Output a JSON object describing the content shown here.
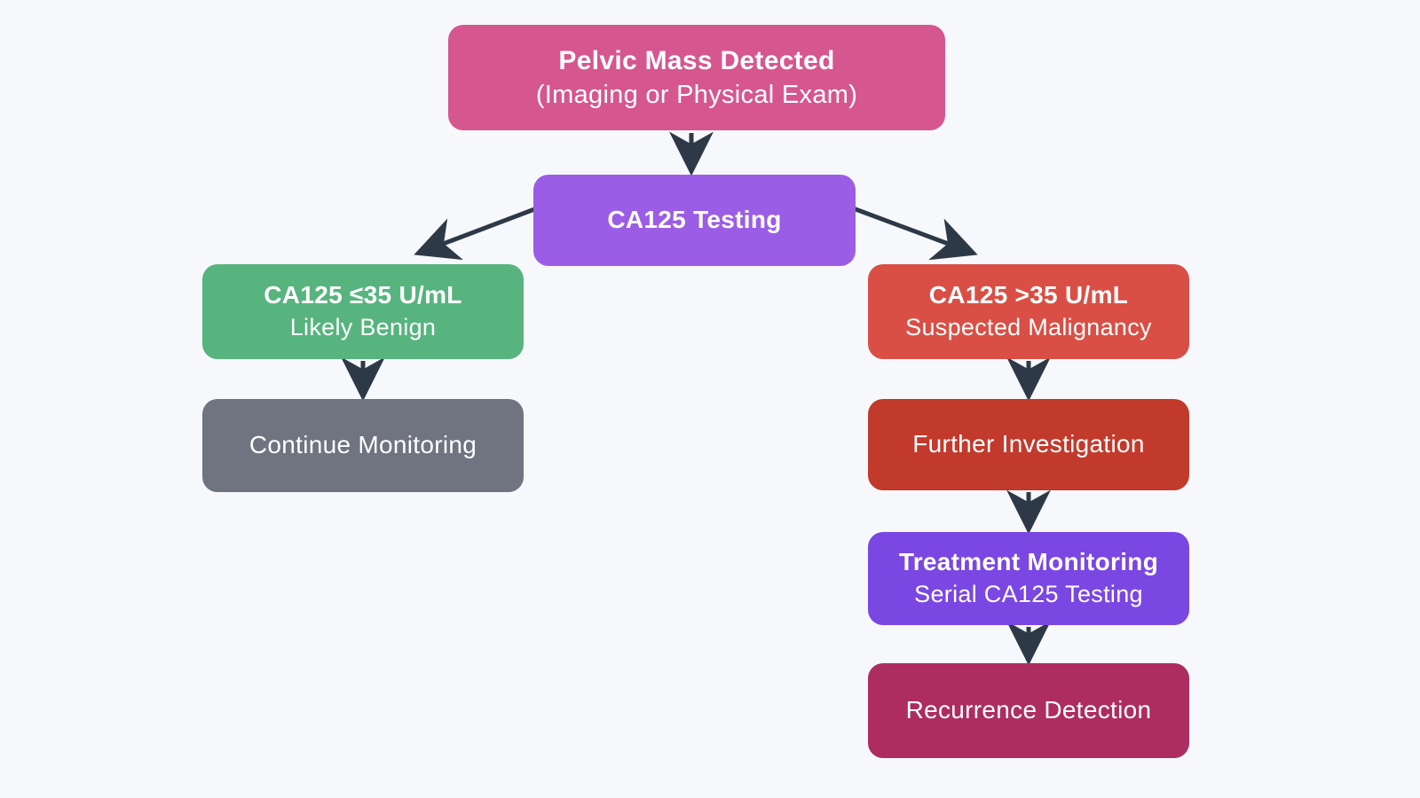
{
  "background": "#f7f8fb",
  "arrow_color": "#2e3947",
  "nodes": {
    "pelvic_mass": {
      "line1": "Pelvic Mass Detected",
      "line2": "(Imaging or Physical Exam)",
      "color": "#d6568f"
    },
    "ca125_testing": {
      "line1": "CA125 Testing",
      "color": "#9b5de5"
    },
    "benign": {
      "line1": "CA125 ≤35 U/mL",
      "line2": "Likely Benign",
      "color": "#57b47e"
    },
    "malignancy": {
      "line1": "CA125 >35 U/mL",
      "line2": "Suspected Malignancy",
      "color": "#d94f45"
    },
    "continue_monitoring": {
      "line1": "Continue Monitoring",
      "color": "#6f7480"
    },
    "further_investigation": {
      "line1": "Further Investigation",
      "color": "#c23a2c"
    },
    "treatment_monitoring": {
      "line1": "Treatment Monitoring",
      "line2": "Serial CA125 Testing",
      "color": "#7a47e3"
    },
    "recurrence_detection": {
      "line1": "Recurrence Detection",
      "color": "#ad2d60"
    }
  }
}
